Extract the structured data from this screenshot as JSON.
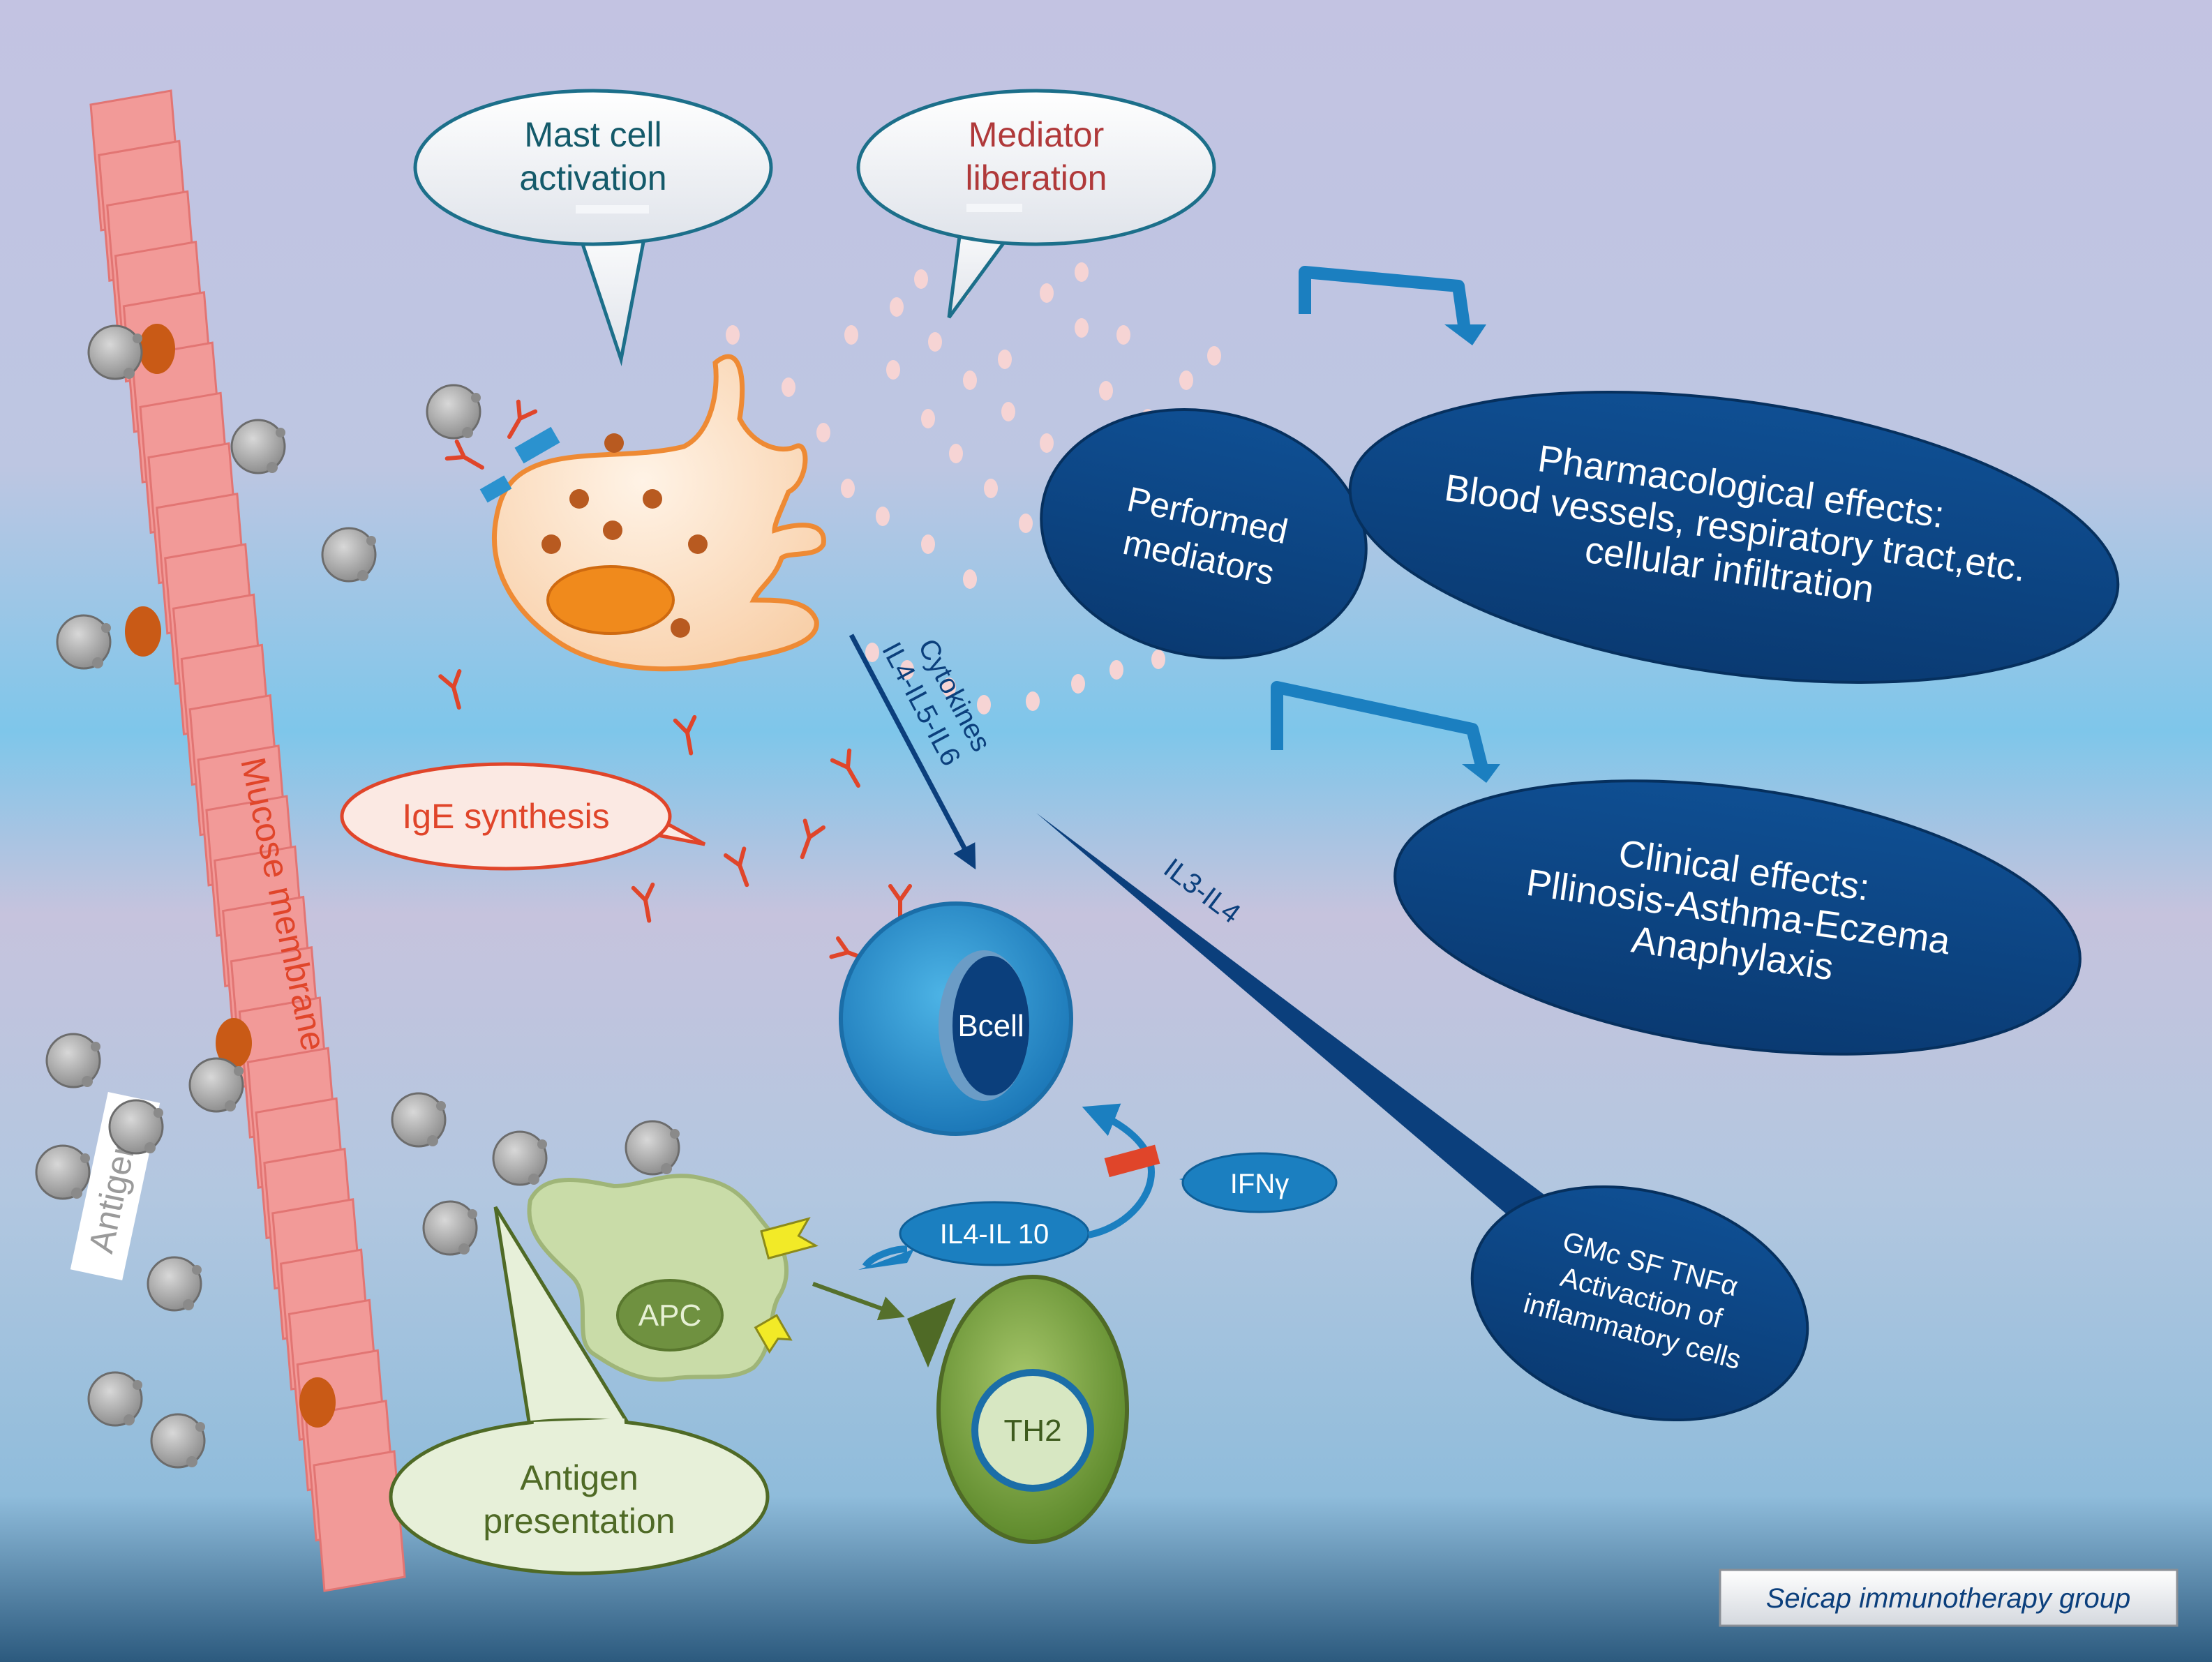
{
  "bubbles": {
    "mast_cell_activation": [
      "Mast cell",
      "activation"
    ],
    "mediator_liberation": [
      "Mediator",
      "liberation"
    ],
    "ige_synthesis": "IgE synthesis",
    "antigen_presentation": [
      "Antigen",
      "presentation"
    ]
  },
  "labels": {
    "mucose_membrane": "Mucose membrane",
    "antigens": "Antigens",
    "cytokines": [
      "Cytokines",
      "IL4-IL5-IL6"
    ],
    "il3_il4": "IL3-IL4",
    "il4_il10": "IL4-IL 10",
    "ifn_gamma": "IFNγ",
    "bcell": "Bcell",
    "apc": "APC",
    "th2": "TH2"
  },
  "ellipses": {
    "performed_mediators": [
      "Performed",
      "mediators"
    ],
    "pharmacological_effects": [
      "Pharmacological effects:",
      "Blood vessels, respiratory tract,etc.",
      "cellular infiltration"
    ],
    "clinical_effects": [
      "Clinical effects:",
      "Pllinosis-Asthma-Eczema",
      "Anaphylaxis"
    ],
    "gmc_sf": [
      "GMc SF TNFα",
      "Activaction of",
      "inflammatory cells"
    ]
  },
  "credit": "Seicap immunotherapy group",
  "colors": {
    "dark_blue": "#0b3f7c",
    "teal_text": "#145a6a",
    "brown_red_text": "#b0393a",
    "orange_red": "#e0452a",
    "mucosa_pink": "#f29a98",
    "mast_orange": "#ee8a34",
    "bcell_blue": "#2b92cf",
    "apc_green": "#c9dca8",
    "th2_green": "#7da143",
    "label_green": "#4f6a26"
  }
}
